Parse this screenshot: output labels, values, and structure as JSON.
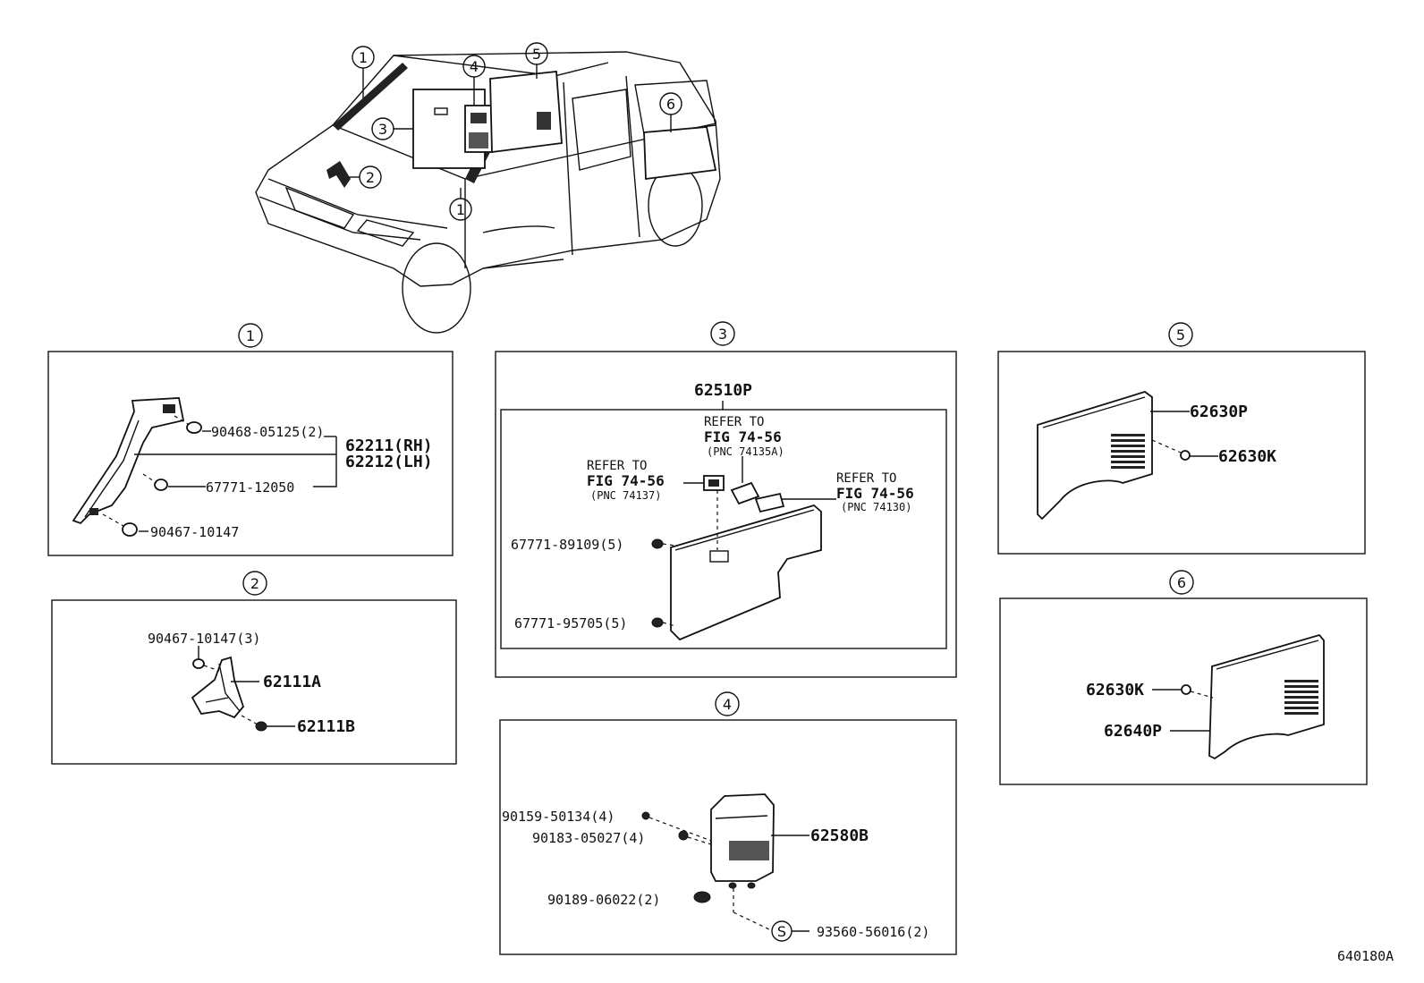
{
  "figure_code": "640180A",
  "callouts": [
    "1",
    "2",
    "3",
    "4",
    "5",
    "6"
  ],
  "section1": {
    "callout": "1",
    "parts": {
      "screw": "90468-05125(2)",
      "clip": "67771-12050",
      "fastener": "90467-10147",
      "trim_rh": "62211(RH)",
      "trim_lh": "62212(LH)"
    }
  },
  "section2": {
    "callout": "2",
    "parts": {
      "clip": "90467-10147(3)",
      "trim": "62111A",
      "screw": "62111B"
    }
  },
  "section3": {
    "callout": "3",
    "panel": "62510P",
    "refs": [
      {
        "line1": "REFER TO",
        "line2": "FIG 74-56",
        "line3": "(PNC 74137)"
      },
      {
        "line1": "REFER TO",
        "line2": "FIG 74-56",
        "line3": "(PNC 74135A)"
      },
      {
        "line1": "REFER TO",
        "line2": "FIG 74-56",
        "line3": "(PNC 74130)"
      }
    ],
    "clip_upper": "67771-89109(5)",
    "clip_lower": "67771-95705(5)"
  },
  "section4": {
    "callout": "4",
    "parts": {
      "screw1": "90159-50134(4)",
      "nut": "90183-05027(4)",
      "bolt": "90189-06022(2)",
      "s_symbol": "S",
      "s_part": "93560-56016(2)",
      "cover": "62580B"
    }
  },
  "section5": {
    "callout": "5",
    "panel": "62630P",
    "clip": "62630K"
  },
  "section6": {
    "callout": "6",
    "clip": "62630K",
    "panel": "62640P"
  }
}
